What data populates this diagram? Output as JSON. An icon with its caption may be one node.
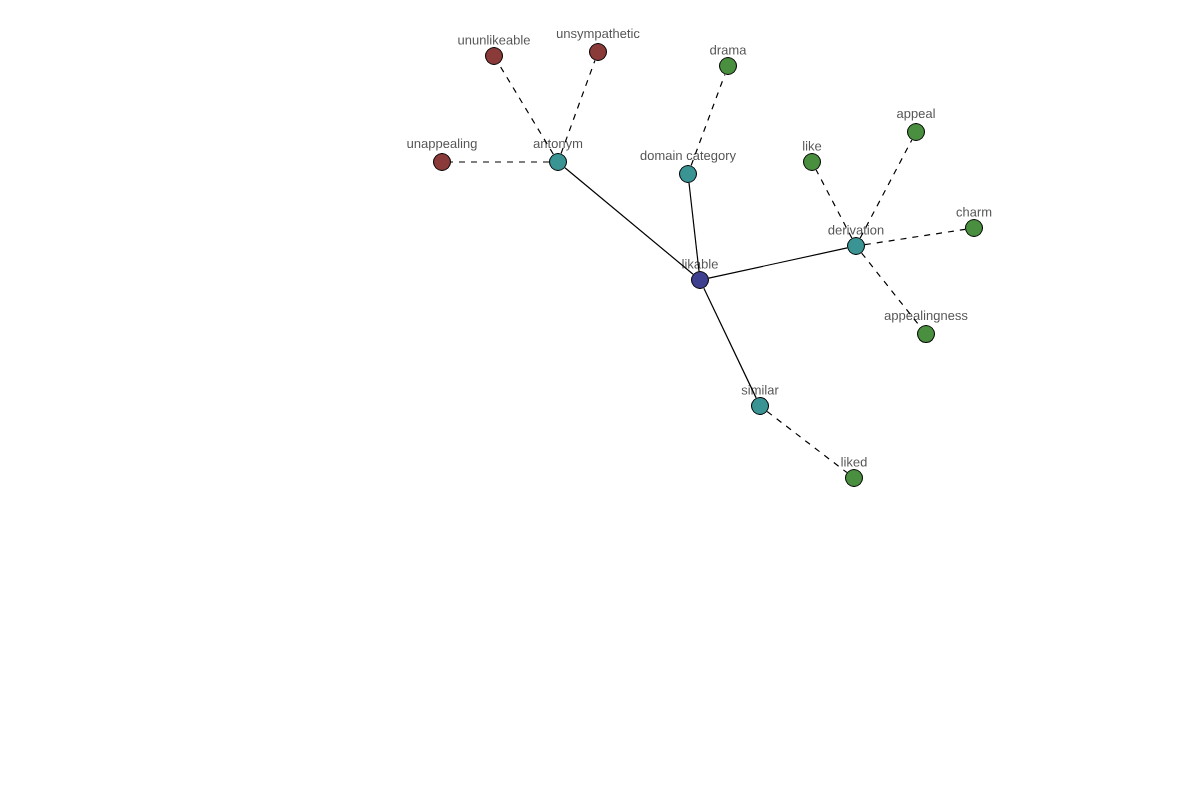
{
  "diagram": {
    "nodes": [
      {
        "text": [
          "likable"
        ]
      },
      {
        "text": [
          "antonym"
        ]
      },
      {
        "text": [
          "domain category"
        ]
      },
      {
        "text": [
          "derivation"
        ]
      },
      {
        "text": [
          "similar"
        ]
      },
      {
        "text": [
          "ununlikeable"
        ]
      },
      {
        "text": [
          "unsympathetic"
        ]
      },
      {
        "text": [
          "unappealing"
        ]
      },
      {
        "text": [
          "drama"
        ]
      },
      {
        "text": [
          "like"
        ]
      },
      {
        "text": [
          "appeal"
        ]
      },
      {
        "text": [
          "charm"
        ]
      },
      {
        "text": [
          "appealingness"
        ]
      },
      {
        "text": [
          "liked"
        ]
      }
    ],
    "edges": [
      {
        "from": 0,
        "to": 1,
        "arrow": "none"
      },
      {
        "from": 0,
        "to": 2,
        "arrow": "none"
      },
      {
        "from": 0,
        "to": 3,
        "arrow": "none"
      },
      {
        "from": 0,
        "to": 4,
        "arrow": "none"
      },
      {
        "from": 1,
        "to": 5,
        "arrow": "none",
        "style": "dashed"
      },
      {
        "from": 1,
        "to": 6,
        "arrow": "none",
        "style": "dashed"
      },
      {
        "from": 1,
        "to": 7,
        "arrow": "none",
        "style": "dashed"
      },
      {
        "from": 2,
        "to": 8,
        "arrow": "none",
        "style": "dashed"
      },
      {
        "from": 3,
        "to": 9,
        "arrow": "none",
        "style": "dashed"
      },
      {
        "from": 3,
        "to": 10,
        "arrow": "none",
        "style": "dashed"
      },
      {
        "from": 3,
        "to": 11,
        "arrow": "none",
        "style": "dashed"
      },
      {
        "from": 3,
        "to": 12,
        "arrow": "none",
        "style": "dashed"
      },
      {
        "from": 4,
        "to": 13,
        "arrow": "none",
        "style": "dashed"
      }
    ]
  }
}
